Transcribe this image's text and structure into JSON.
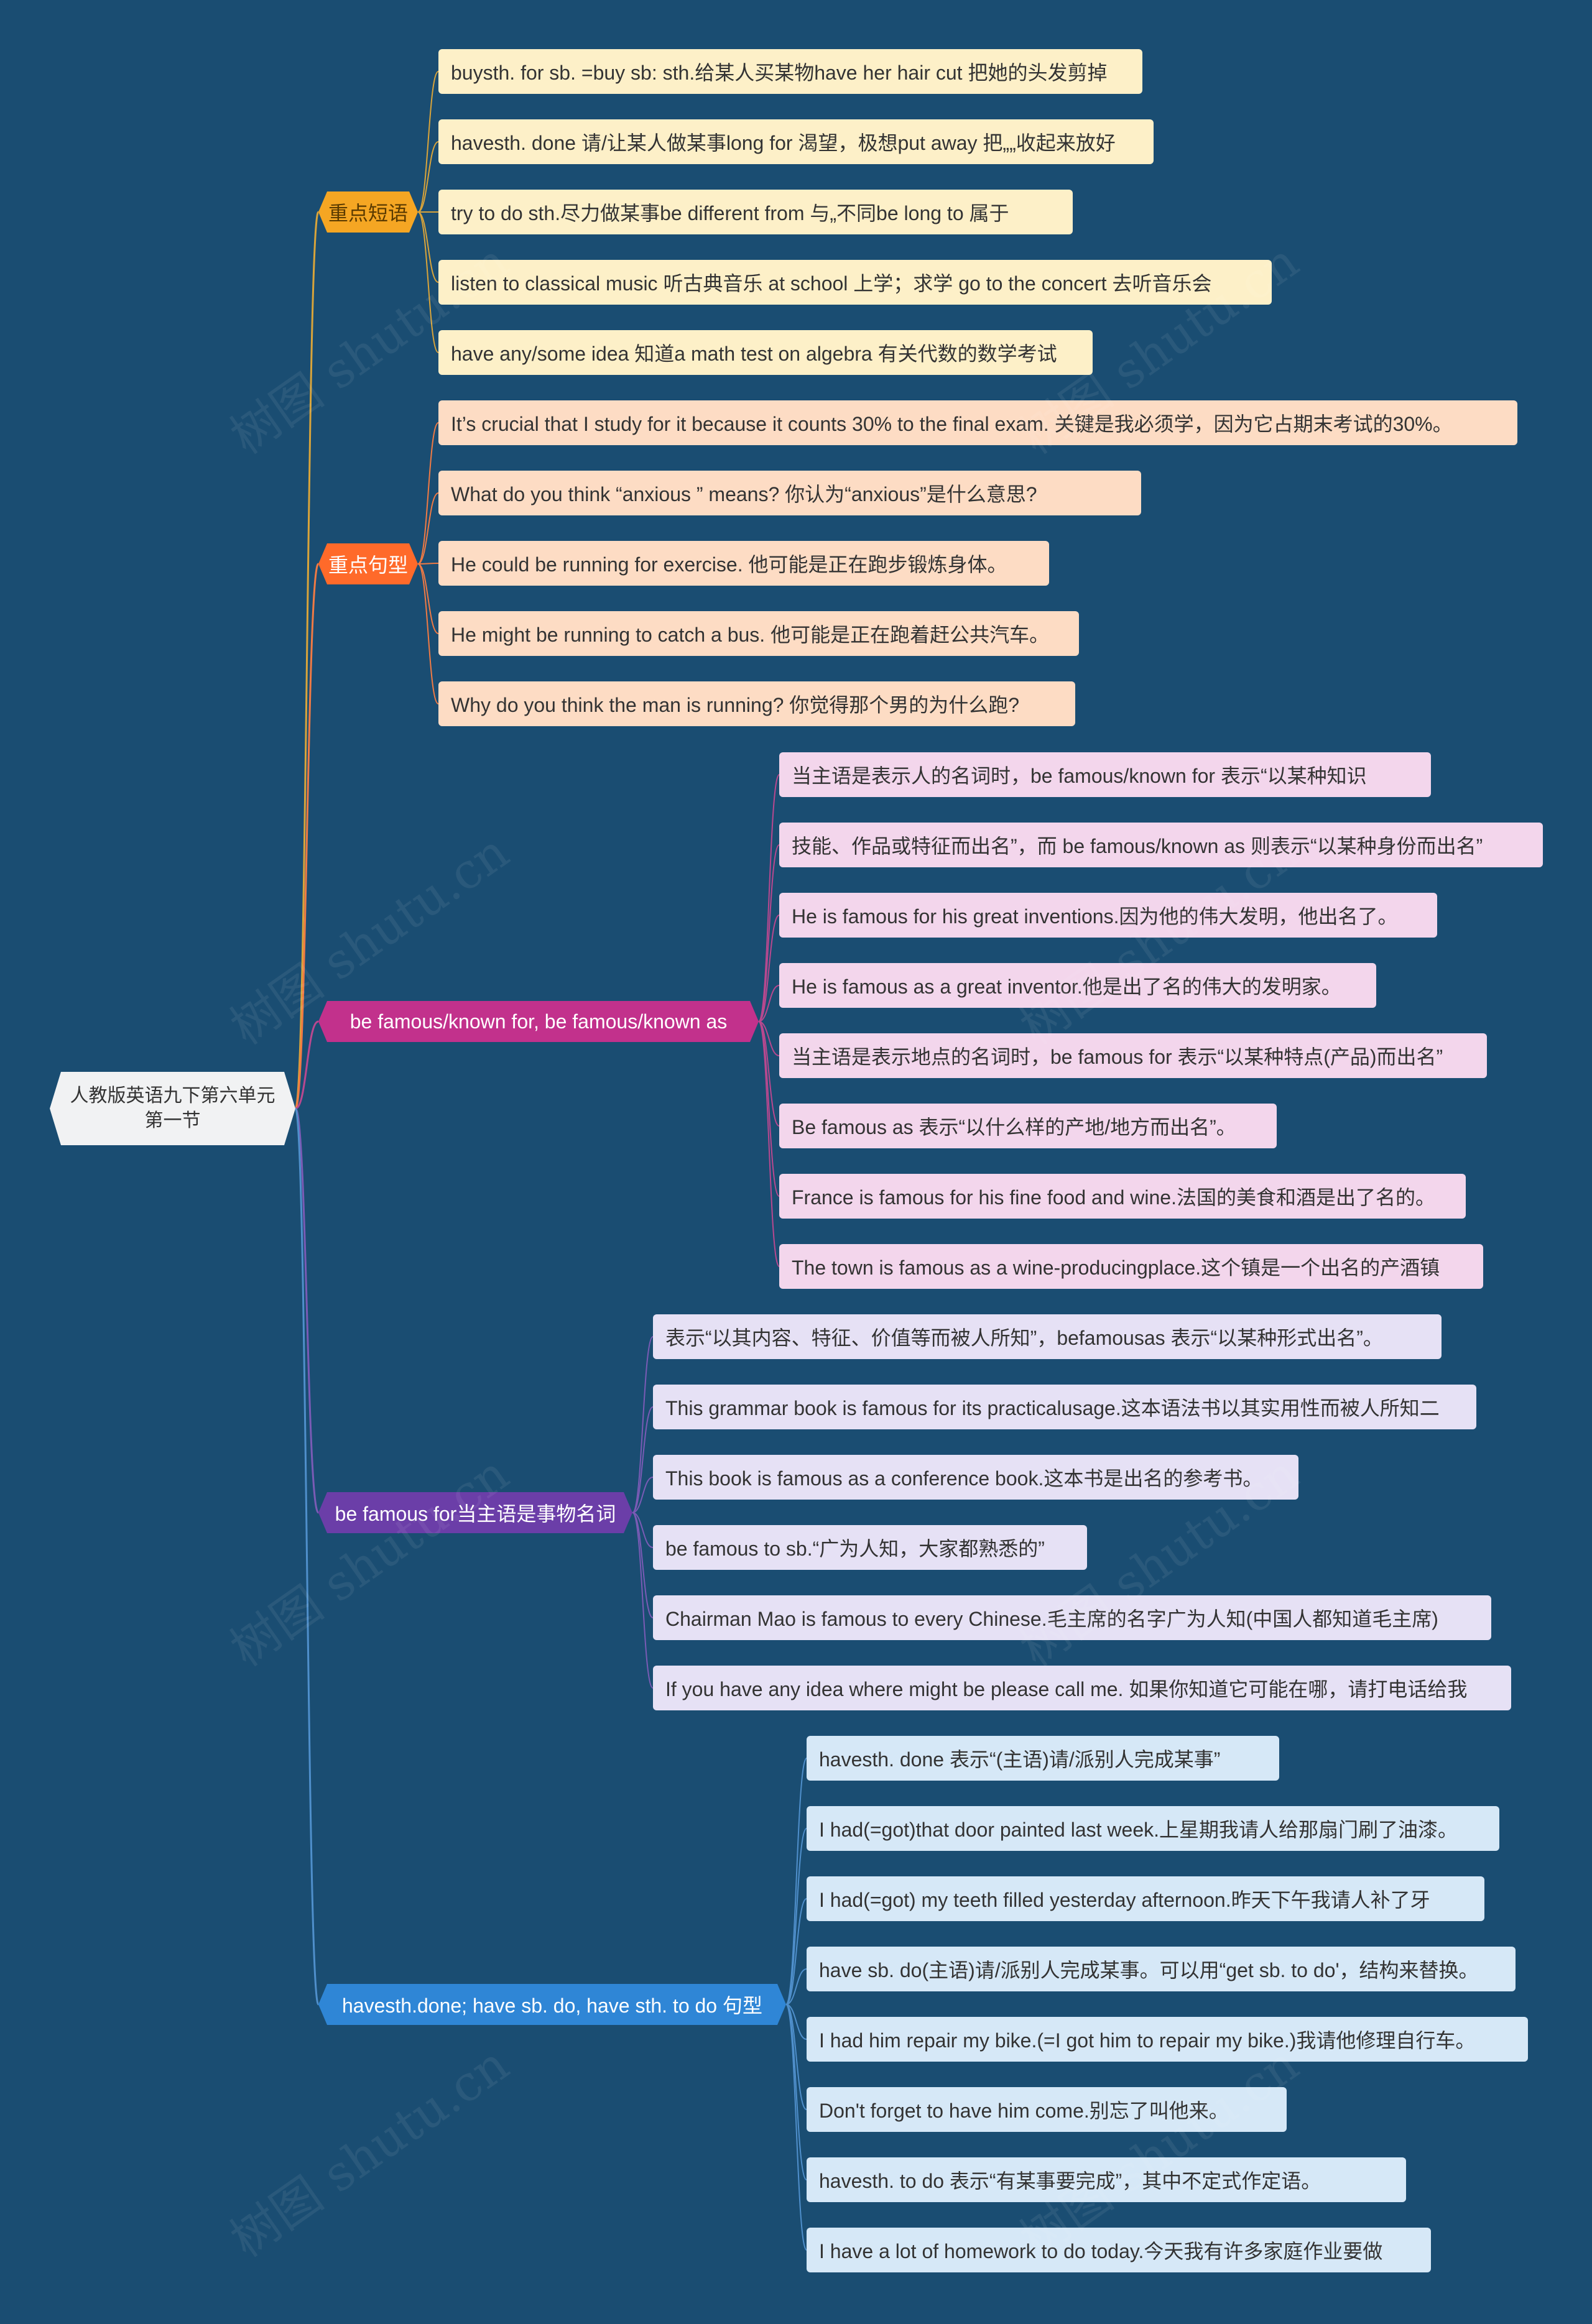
{
  "root": {
    "label": "人教版英语九下第六单元第一节"
  },
  "colors": {
    "background": "#1a4d72",
    "root": "#f1f2f3",
    "branches": [
      "#f5a623",
      "#ff6a2a",
      "#c2318c",
      "#6b3ea8",
      "#2f86d6"
    ],
    "leaf_fill": [
      "#fdf0c8",
      "#fddcc4",
      "#f3d6ec",
      "#e6e1f5",
      "#d6e8f7"
    ],
    "link_colors": [
      "#d9a43a",
      "#f07a44",
      "#b8488f",
      "#7a5bb5",
      "#4f8fcb"
    ]
  },
  "branches": [
    {
      "label": "重点短语",
      "items": [
        "buysth. for sb. =buy sb: sth.给某人买某物have her hair cut 把她的头发剪掉",
        "havesth. done 请/让某人做某事long for 渴望，极想put away 把„„收起来放好",
        "try to do sth.尽力做某事be different from 与„不同be long to 属于",
        "listen to classical music 听古典音乐 at school 上学；求学 go to the concert 去听音乐会",
        "have any/some idea 知道a math test on algebra 有关代数的数学考试"
      ]
    },
    {
      "label": "重点句型",
      "items": [
        "It’s crucial that I study for it because it counts 30% to the final exam. 关键是我必须学，因为它占期末考试的30%。",
        "What do you think “anxious ” means? 你认为“anxious”是什么意思?",
        "He could be running for exercise. 他可能是正在跑步锻炼身体。",
        "He might be running to catch a bus. 他可能是正在跑着赶公共汽车。",
        "Why do you think the man is running? 你觉得那个男的为什么跑?"
      ]
    },
    {
      "label": "be famous/known for, be famous/known as",
      "items": [
        "当主语是表示人的名词时，be famous/known for 表示“以某种知识",
        "技能、作品或特征而出名”，而 be famous/known as 则表示“以某种身份而出名”",
        "He is famous for his great inventions.因为他的伟大发明，他出名了。",
        "He is famous as a great inventor.他是出了名的伟大的发明家。",
        "当主语是表示地点的名词时，be famous for 表示“以某种特点(产品)而出名”",
        "Be famous as 表示“以什么样的产地/地方而出名”。",
        "France is famous for his fine food and wine.法国的美食和酒是出了名的。",
        "The town is famous as a wine-producingplace.这个镇是一个出名的产酒镇"
      ]
    },
    {
      "label": "be famous for当主语是事物名词",
      "items": [
        "表示“以其内容、特征、价值等而被人所知”，befamousas 表示“以某种形式出名”。",
        "This grammar book is famous for its practicalusage.这本语法书以其实用性而被人所知二",
        "This book is famous as a conference book.这本书是出名的参考书。",
        "be famous to sb.“广为人知，大家都熟悉的”",
        "Chairman Mao is famous to every Chinese.毛主席的名字广为人知(中国人都知道毛主席)",
        "If you have any idea where might be please call me. 如果你知道它可能在哪，请打电话给我"
      ]
    },
    {
      "label": "havesth.done; have sb. do, have sth. to do 句型",
      "items": [
        "havesth. done 表示“(主语)请/派别人完成某事”",
        "I had(=got)that door painted last week.上星期我请人给那扇门刷了油漆。",
        "I had(=got) my teeth filled yesterday afternoon.昨天下午我请人补了牙",
        "have sb. do(主语)请/派别人完成某事。可以用“get sb. to do'，结构来替换。",
        "I had him repair my bike.(=I got him to repair my bike.)我请他修理自行车。",
        "Don't forget to have him come.别忘了叫他来。",
        "havesth. to do 表示“有某事要完成”，其中不定式作定语。",
        "I have a lot of homework to do today.今天我有许多家庭作业要做"
      ]
    }
  ],
  "watermark": "树图 shutu.cn"
}
